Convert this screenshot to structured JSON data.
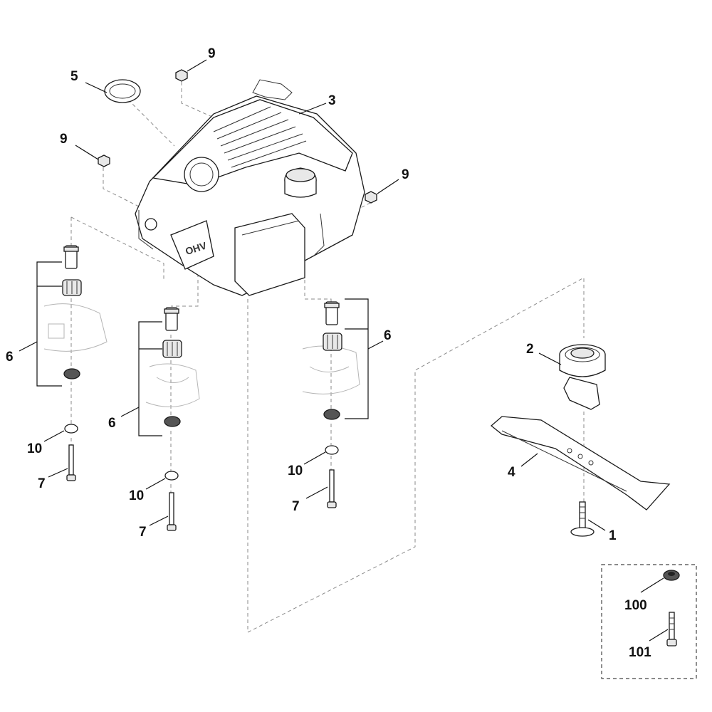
{
  "diagram": {
    "engine_badge_text": "OHV",
    "callouts": [
      {
        "id": "c5",
        "label": "5"
      },
      {
        "id": "c9a",
        "label": "9"
      },
      {
        "id": "c3",
        "label": "3"
      },
      {
        "id": "c9b",
        "label": "9"
      },
      {
        "id": "c9c",
        "label": "9"
      },
      {
        "id": "c6a",
        "label": "6"
      },
      {
        "id": "c6b",
        "label": "6"
      },
      {
        "id": "c6c",
        "label": "6"
      },
      {
        "id": "c10a",
        "label": "10"
      },
      {
        "id": "c7a",
        "label": "7"
      },
      {
        "id": "c10b",
        "label": "10"
      },
      {
        "id": "c7b",
        "label": "7"
      },
      {
        "id": "c10c",
        "label": "10"
      },
      {
        "id": "c7c",
        "label": "7"
      },
      {
        "id": "c2",
        "label": "2"
      },
      {
        "id": "c4",
        "label": "4"
      },
      {
        "id": "c1",
        "label": "1"
      },
      {
        "id": "c100",
        "label": "100"
      },
      {
        "id": "c101",
        "label": "101"
      }
    ]
  }
}
